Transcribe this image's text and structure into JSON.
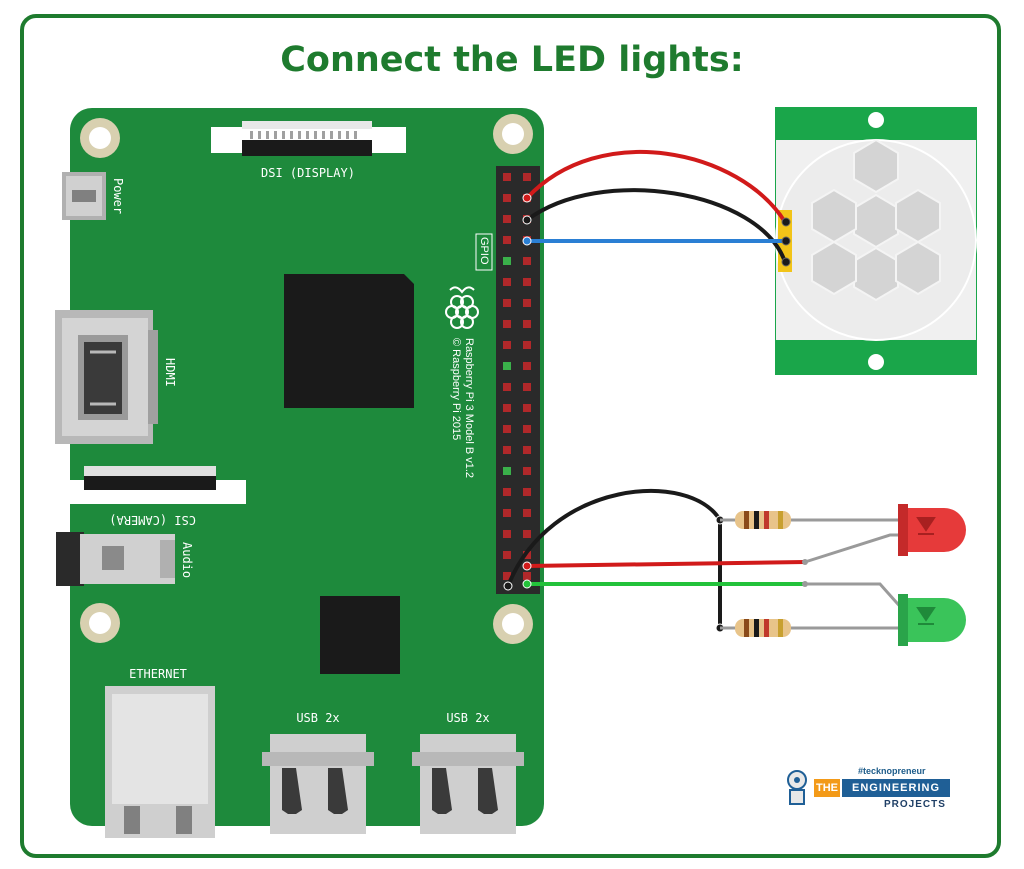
{
  "title": "Connect the LED lights:",
  "board": {
    "dsi_label": "DSI (DISPLAY)",
    "power_label": "Power",
    "hdmi_label": "HDMI",
    "csi_label": "CSI (CAMERA)",
    "audio_label": "Audio",
    "ethernet_label": "ETHERNET",
    "usb_label_1": "USB 2x",
    "usb_label_2": "USB 2x",
    "gpio_label": "GPIO",
    "model_line_1": "Raspberry Pi 3 Model B v1.2",
    "model_line_2": "© Raspberry Pi 2015"
  },
  "colors": {
    "board": "#1e8a3c",
    "frame": "#1e7b2e",
    "wire_red": "#d11a1a",
    "wire_black": "#1a1a1a",
    "wire_blue": "#2a7fd4",
    "wire_green": "#22c23a",
    "led_red": "#e63a3a",
    "led_green": "#3ac45a",
    "sensor_green": "#1aa64a"
  },
  "components": {
    "sensor": "pir-motion-sensor",
    "leds": [
      "red-led",
      "green-led"
    ],
    "resistors": 2
  },
  "logo": {
    "tag": "#tecknopreneur",
    "the": "THE",
    "engineering": "ENGINEERING",
    "projects": "PROJECTS"
  }
}
